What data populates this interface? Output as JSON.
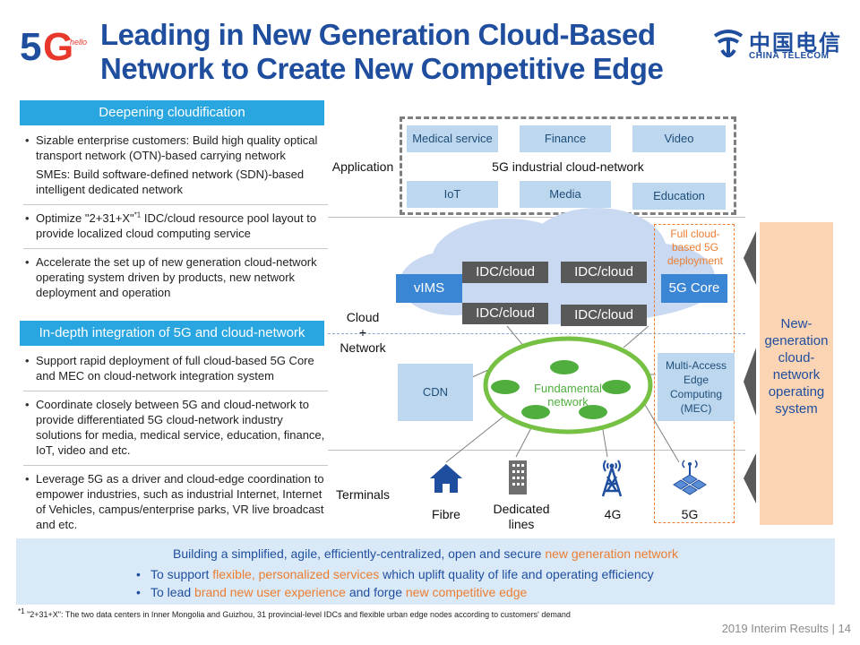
{
  "logo": {
    "main": "5G",
    "tag": "hello"
  },
  "title": {
    "line1": "Leading in New Generation Cloud-Based",
    "line2": "Network to Create New Competitive Edge"
  },
  "brand": {
    "chinese": "中国电信",
    "english": "CHINA TELECOM"
  },
  "colors": {
    "brand_blue": "#1f4e9e",
    "accent_orange": "#ed7d31",
    "section_blue": "#29a6e0",
    "tile_blue": "#bdd7ee",
    "next_gen_fill": "#fbd4b4"
  },
  "section1": {
    "heading": "Deepening cloudification",
    "bullets": [
      {
        "text": "Sizable enterprise customers: Build high quality optical transport network (OTN)-based carrying network",
        "dot": true
      },
      {
        "text": "SMEs: Build software-defined network (SDN)-based intelligent dedicated network",
        "dot": false
      },
      {
        "pre": "Optimize \"2+31+X\"",
        "sup": "*1",
        "post": " IDC/cloud resource pool layout to provide localized cloud computing service",
        "dot": true
      },
      {
        "text": "Accelerate the set up of new generation cloud-network operating system driven by products, new network deployment and operation",
        "dot": true
      }
    ]
  },
  "section2": {
    "heading": "In-depth integration of 5G and cloud-network",
    "bullets": [
      {
        "text": "Support rapid deployment of full cloud-based 5G Core and MEC on cloud-network integration system"
      },
      {
        "text": "Coordinate closely between 5G and cloud-network to provide differentiated 5G cloud-network industry solutions for media, medical service, education, finance, IoT, video and etc."
      },
      {
        "text": "Leverage 5G as a driver and cloud-edge coordination to empower industries, such as industrial Internet, Internet of Vehicles, campus/enterprise parks, VR live broadcast and etc."
      }
    ]
  },
  "diagram": {
    "layers": {
      "application": "Application",
      "cloud": "Cloud",
      "plus": "+",
      "network": "Network",
      "terminals": "Terminals"
    },
    "apps": [
      "Medical service",
      "Finance",
      "Video",
      "IoT",
      "Media",
      "Education"
    ],
    "industrial_label": "5G industrial cloud-network",
    "idc": [
      "IDC/cloud",
      "IDC/cloud",
      "IDC/cloud",
      "IDC/cloud"
    ],
    "vims": "vIMS",
    "core": "5G Core",
    "full_cloud": "Full cloud-based 5G deployment",
    "cdn": "CDN",
    "mec": "Multi-Access Edge Computing (MEC)",
    "fundamental": "Fundamental network",
    "next_gen": "New-generation cloud-network operating system",
    "terminals": [
      "Fibre",
      "Dedicated lines",
      "4G",
      "5G"
    ]
  },
  "banner": {
    "main_pre": "Building a simplified, agile, efficiently-centralized, open and secure ",
    "main_hl": "new generation network",
    "b1_pre": "To support ",
    "b1_hl": "flexible, personalized services",
    "b1_post": " which uplift quality of life and operating efficiency",
    "b2_pre": "To lead ",
    "b2_hl": "brand new user experience",
    "b2_mid": " and forge ",
    "b2_hl2": "new competitive edge"
  },
  "footnote": {
    "sup": "*1",
    "text": " \"2+31+X\": The two data centers in Inner Mongolia and Guizhou, 31 provincial-level IDCs and flexible urban edge nodes according to customers' demand"
  },
  "page": {
    "label": "2019 Interim Results",
    "number": "14"
  }
}
